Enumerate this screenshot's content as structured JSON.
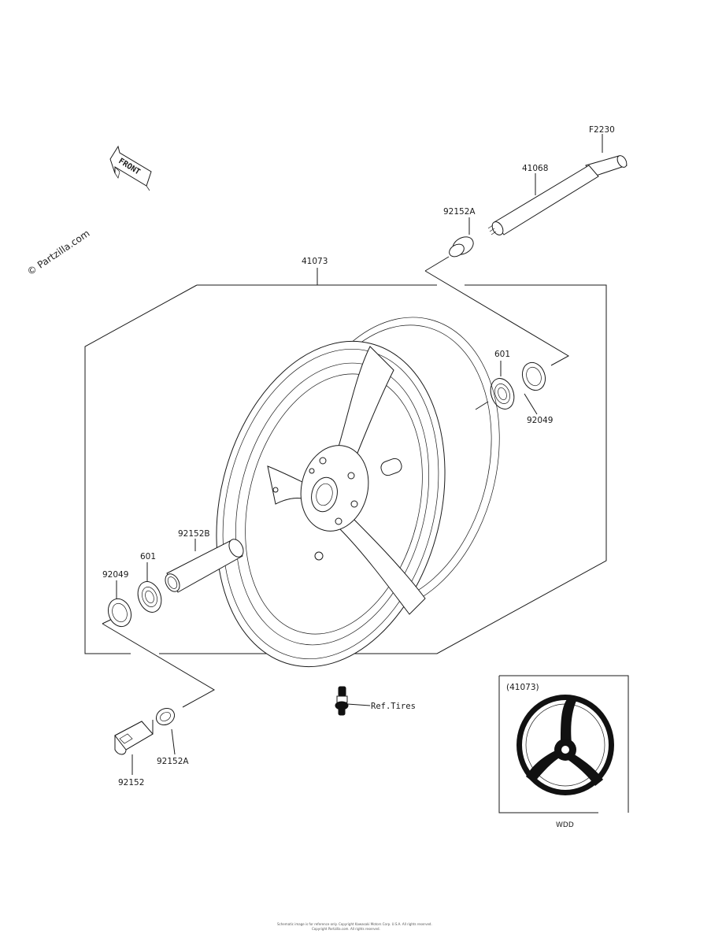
{
  "watermark": "© Partzilla.com",
  "front_label": "FRONT",
  "parts": {
    "p1": "F2230",
    "p2": "41068",
    "p3": "92152A",
    "p4": "41073",
    "p5": "601",
    "p6": "92049",
    "p7": "92152B",
    "p8": "601",
    "p9": "92049",
    "p10": "92152A",
    "p11": "92152",
    "p12": "Ref.Tires"
  },
  "inset": {
    "label": "(41073)",
    "caption": "WDD"
  },
  "footer": {
    "line1": "Schematic image is for reference only. Copyright Kawasaki Motors Corp. U.S.A. All rights reserved.",
    "line2": "Copyright Partzilla.com. All rights reserved."
  }
}
